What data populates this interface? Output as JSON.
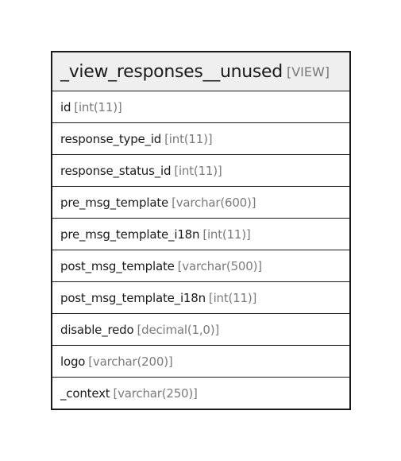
{
  "entity": {
    "name": "_view_responses__unused",
    "kind": "[VIEW]",
    "columns": [
      {
        "name": "id",
        "type": "[int(11)]"
      },
      {
        "name": "response_type_id",
        "type": "[int(11)]"
      },
      {
        "name": "response_status_id",
        "type": "[int(11)]"
      },
      {
        "name": "pre_msg_template",
        "type": "[varchar(600)]"
      },
      {
        "name": "pre_msg_template_i18n",
        "type": "[int(11)]"
      },
      {
        "name": "post_msg_template",
        "type": "[varchar(500)]"
      },
      {
        "name": "post_msg_template_i18n",
        "type": "[int(11)]"
      },
      {
        "name": "disable_redo",
        "type": "[decimal(1,0)]"
      },
      {
        "name": "logo",
        "type": "[varchar(200)]"
      },
      {
        "name": "_context",
        "type": "[varchar(250)]"
      }
    ]
  }
}
